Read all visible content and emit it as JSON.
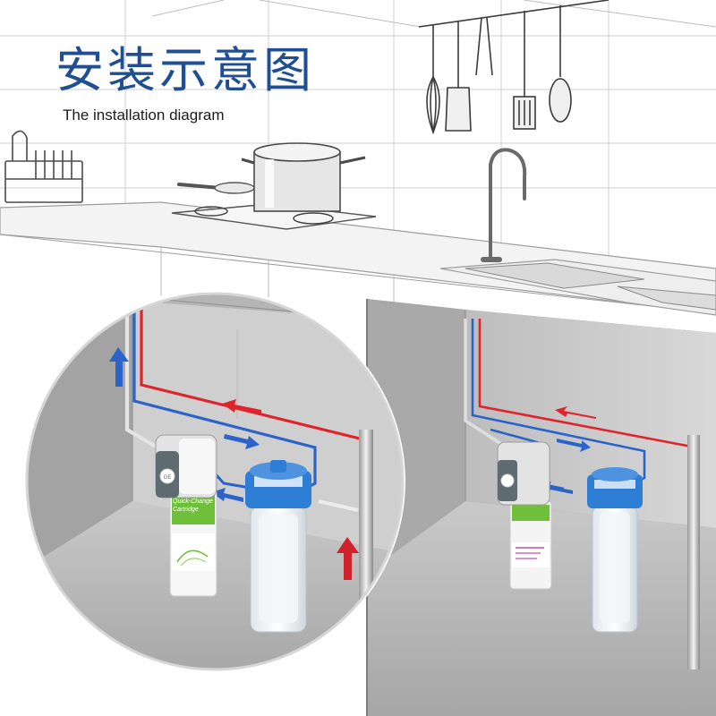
{
  "header": {
    "title_cn": "安装示意图",
    "title_en": "The installation diagram"
  },
  "cartridge": {
    "line1": "Quick-Change",
    "line2": "Cartridge"
  },
  "colors": {
    "title": "#1f4f92",
    "hot_pipe": "#e0242c",
    "cold_pipe": "#2a63c9",
    "cartridge_accent": "#6fbf3a",
    "filter_cap": "#2f7ed6"
  }
}
